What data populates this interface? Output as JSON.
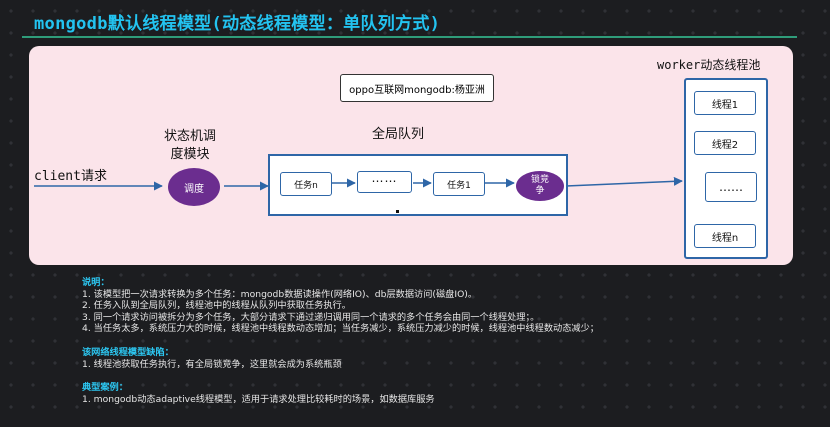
{
  "title": "mongodb默认线程模型(动态线程模型：单队列方式)",
  "diagram": {
    "tag": "oppo互联网mongodb:杨亚洲",
    "client_label": "client请求",
    "state_machine_label": "状态机调\n度模块",
    "dispatch_label": "调度",
    "queue_label": "全局队列",
    "tasks": [
      "任务n",
      "……",
      "任务1"
    ],
    "lock_label": "锁竞\n争",
    "pool_label": "worker动态线程池",
    "workers": [
      "线程1",
      "线程2",
      "……",
      "线程n"
    ]
  },
  "notes": {
    "explain_heading": "说明：",
    "explain_items": [
      "1. 该模型把一次请求转换为多个任务：mongodb数据读操作(网络IO)、db层数据访问(磁盘IO)。",
      "2. 任务入队到全局队列，线程池中的线程从队列中获取任务执行。",
      "3. 同一个请求访问被拆分为多个任务，大部分请求下通过递归调用同一个请求的多个任务会由同一个线程处理；。",
      "4. 当任务太多，系统压力大的时候，线程池中线程数动态增加；当任务减少，系统压力减少的时候，线程池中线程数动态减少；"
    ],
    "defect_heading": "该网络线程模型缺陷：",
    "defect_items": [
      "1. 线程池获取任务执行，有全局锁竞争，这里就会成为系统瓶颈"
    ],
    "case_heading": "典型案例：",
    "case_items": [
      "1. mongodb动态adaptive线程模型，适用于请求处理比较耗时的场景，如数据库服务"
    ]
  }
}
